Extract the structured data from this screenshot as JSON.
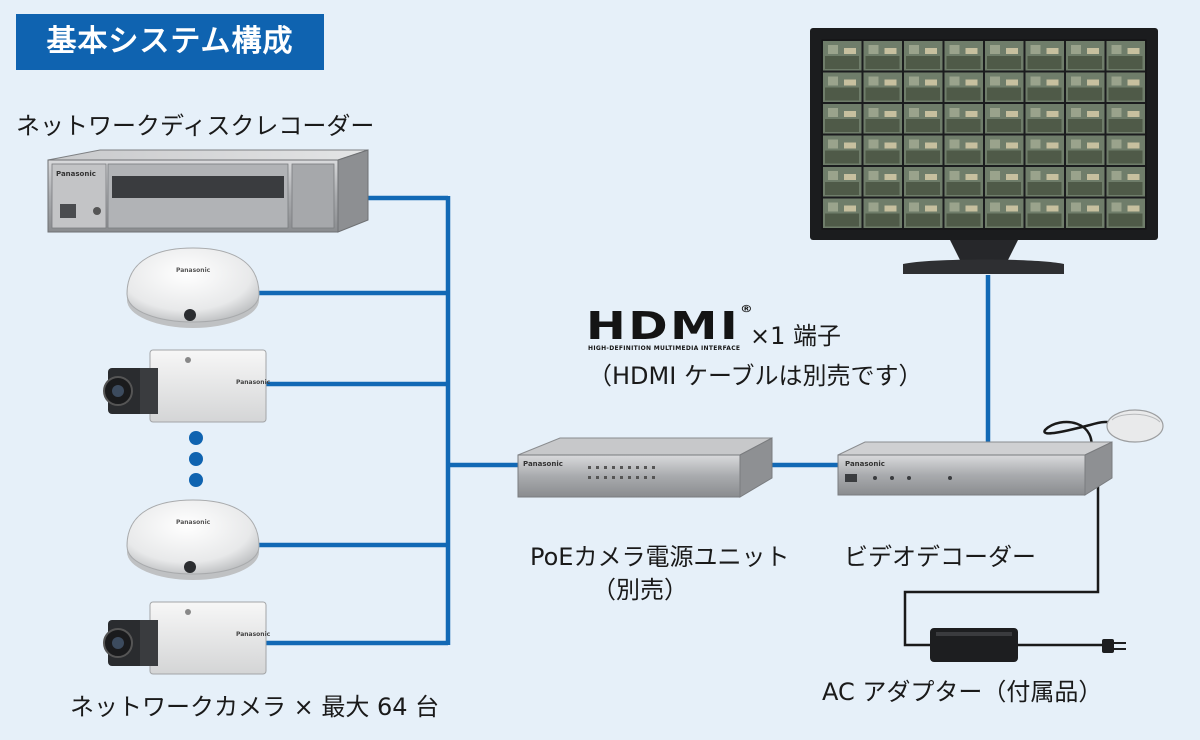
{
  "title": "基本システム構成",
  "labels": {
    "recorder": "ネットワークディスクレコーダー",
    "cameras": "ネットワークカメラ × 最大 64 台",
    "poe": "PoEカメラ電源ユニット",
    "poe_note": "（別売）",
    "decoder": "ビデオデコーダー",
    "adapter": "AC アダプター（付属品）"
  },
  "hdmi": {
    "logo": "HDMI",
    "logo_mark": "®",
    "tagline": "HIGH-DEFINITION MULTIMEDIA INTERFACE",
    "ports": "×1 端子",
    "note": "（HDMI ケーブルは別売です）"
  },
  "device_text": {
    "brand": "Panasonic"
  },
  "colors": {
    "accent": "#0f63b0",
    "background": "#e6f0f9",
    "cable": "#1269b5",
    "power_cable": "#1a1a1a"
  },
  "icons": [
    "recorder-icon",
    "dome-camera-icon",
    "box-camera-icon",
    "poe-switch-icon",
    "video-decoder-icon",
    "monitor-icon",
    "ac-adapter-icon",
    "mouse-icon"
  ]
}
